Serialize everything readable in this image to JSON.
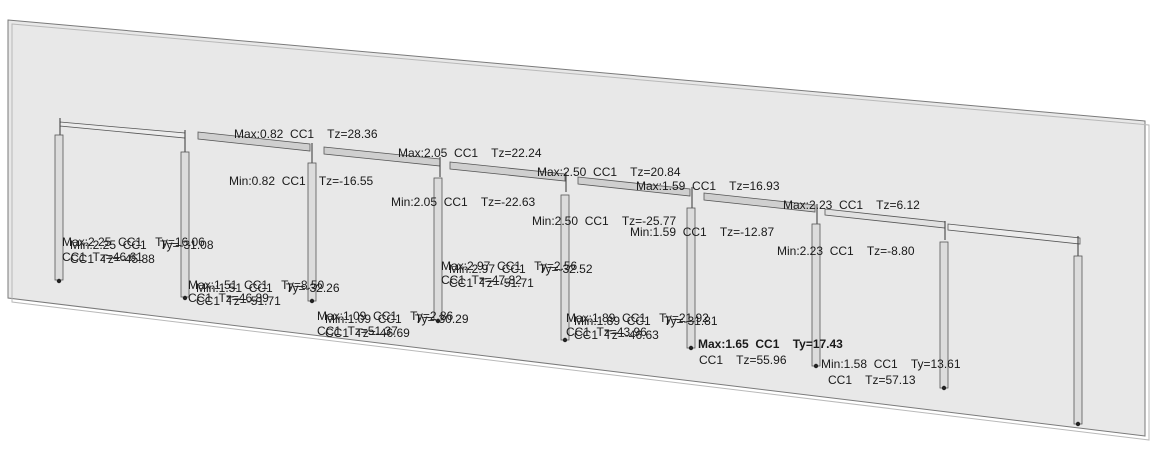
{
  "diagram": {
    "name": "frame-results-view",
    "colors": {
      "background": "#ffffff",
      "panel_fill": "#e8e8e8",
      "panel_edge": "#7a7a7a",
      "member_stroke": "#555555",
      "text": "#1a1a1a"
    },
    "beam_labels": [
      {
        "max": "Max:0.82  CC1    Tz=28.36",
        "min": "Min:0.82  CC1    Tz=-16.55"
      },
      {
        "max": "Max:2.05  CC1    Tz=22.24",
        "min": "Min:2.05  CC1    Tz=-22.63"
      },
      {
        "max": "Max:2.50  CC1    Tz=20.84",
        "min": "Min:2.50  CC1    Tz=-25.77"
      },
      {
        "max": "Max:1.59  CC1    Tz=16.93",
        "min": "Min:1.59  CC1    Tz=-12.87"
      },
      {
        "max": "Max:2.23  CC1    Tz=6.12",
        "min": "Min:2.23  CC1    Tz=-8.80"
      }
    ],
    "column_labels": [
      {
        "max_line1": "Max:2.25  CC1    Ty=16.06",
        "min_line1": "Min:2.25  CC1    Ty=-31.08",
        "max_line2": "CC1  Tz=46.61",
        "min_line2": "CC1  Tz=-45.88"
      },
      {
        "max_line1": "Max:1.51  CC1    Ty=8.50",
        "min_line1": "Min:1.51  CC1    Ty=-32.26",
        "max_line2": "CC1  Tz=46.89",
        "min_line2": "CC1  Tz=-51.71"
      },
      {
        "max_line1": "Max:1.09  CC1    Ty=2.86",
        "min_line1": "Min:1.09  CC1    Ty=-30.29",
        "max_line2": "CC1  Tz=51.37",
        "min_line2": "CC1  Tz=-46.69"
      },
      {
        "max_line1": "Max:2.97  CC1    Ty=2.56",
        "min_line1": "Min:2.97  CC1    Ty=-32.52",
        "max_line2": "CC1  Tz=47.82",
        "min_line2": "CC1  Tz=-51.71"
      },
      {
        "max_line1": "Max:1.89  CC1    Ty=21.92",
        "min_line1": "Min:1.89  CC1    Ty=-31.81",
        "max_line2": "CC1  Tz=43.96",
        "min_line2": "CC1  Tz=-46.63"
      },
      {
        "max_line1": "Max:1.65  CC1    Ty=17.43",
        "min_line1": "",
        "max_line2": "CC1    Tz=55.96",
        "min_line2": ""
      },
      {
        "max_line1": "Min:1.58  CC1    Ty=13.61",
        "min_line1": "",
        "max_line2": "CC1    Tz=57.13",
        "min_line2": ""
      }
    ]
  }
}
